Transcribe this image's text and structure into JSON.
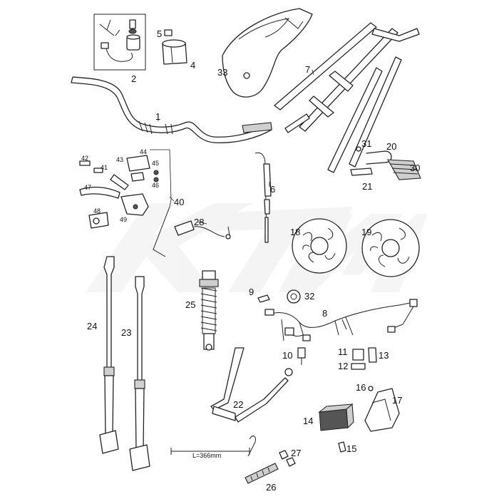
{
  "diagram": {
    "watermark_text": "KTM",
    "dimension_label": "L=366mm",
    "callouts": [
      "1",
      "2",
      "4",
      "5",
      "6",
      "7",
      "8",
      "9",
      "10",
      "11",
      "12",
      "13",
      "14",
      "15",
      "16",
      "17",
      "18",
      "19",
      "20",
      "21",
      "22",
      "23",
      "24",
      "25",
      "26",
      "27",
      "28",
      "30",
      "31",
      "32",
      "33",
      "40",
      "41",
      "42",
      "43",
      "44",
      "45",
      "46",
      "47",
      "48",
      "49"
    ]
  }
}
